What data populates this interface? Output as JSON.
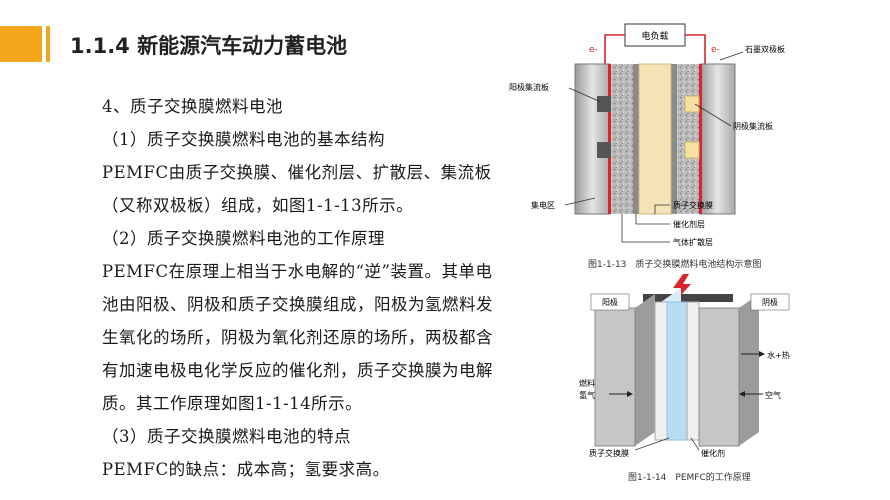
{
  "header": {
    "title": "1.1.4 新能源汽车动力蓄电池"
  },
  "body": {
    "paragraphs": [
      "4、质子交换膜燃料电池",
      "（1）质子交换膜燃料电池的基本结构",
      "PEMFC由质子交换膜、催化剂层、扩散层、集流板（又称双极板）组成，如图1-1-13所示。",
      "（2）质子交换膜燃料电池的工作原理",
      "PEMFC在原理上相当于水电解的“逆”装置。其单电池由阳极、阴极和质子交换膜组成，阳极为氢燃料发生氧化的场所，阴极为氧化剂还原的场所，两极都含有加速电极电化学反应的催化剂，质子交换膜为电解质。其工作原理如图1-1-14所示。",
      "（3）质子交换膜燃料电池的特点",
      "PEMFC的缺点：成本高；氢要求高。"
    ]
  },
  "figure1": {
    "load_label": "电负载",
    "electron_left": "e-",
    "electron_right": "e-",
    "graphite_plate": "石墨双极板",
    "anode_collector": "阳极集流板",
    "cathode_collector": "阴极集流板",
    "collector_area": "集电区",
    "pem": "质子交换膜",
    "catalyst_layer": "催化剂层",
    "gas_diffusion": "气体扩散层",
    "caption": "图1-1-13　质子交换膜燃料电池结构示意图"
  },
  "figure2": {
    "anode": "阳极",
    "cathode": "阴极",
    "water_heat": "水+热",
    "fuel": "燃料",
    "hydrogen": "氢气",
    "air": "空气",
    "pem": "质子交换膜",
    "catalyst": "催化剂",
    "caption": "图1-1-14　PEMFC的工作原理"
  },
  "colors": {
    "accent": "#f3a51c",
    "wire": "#d8262c",
    "membrane": "#f4e3b5",
    "pem_blue": "#b9dcf2"
  }
}
